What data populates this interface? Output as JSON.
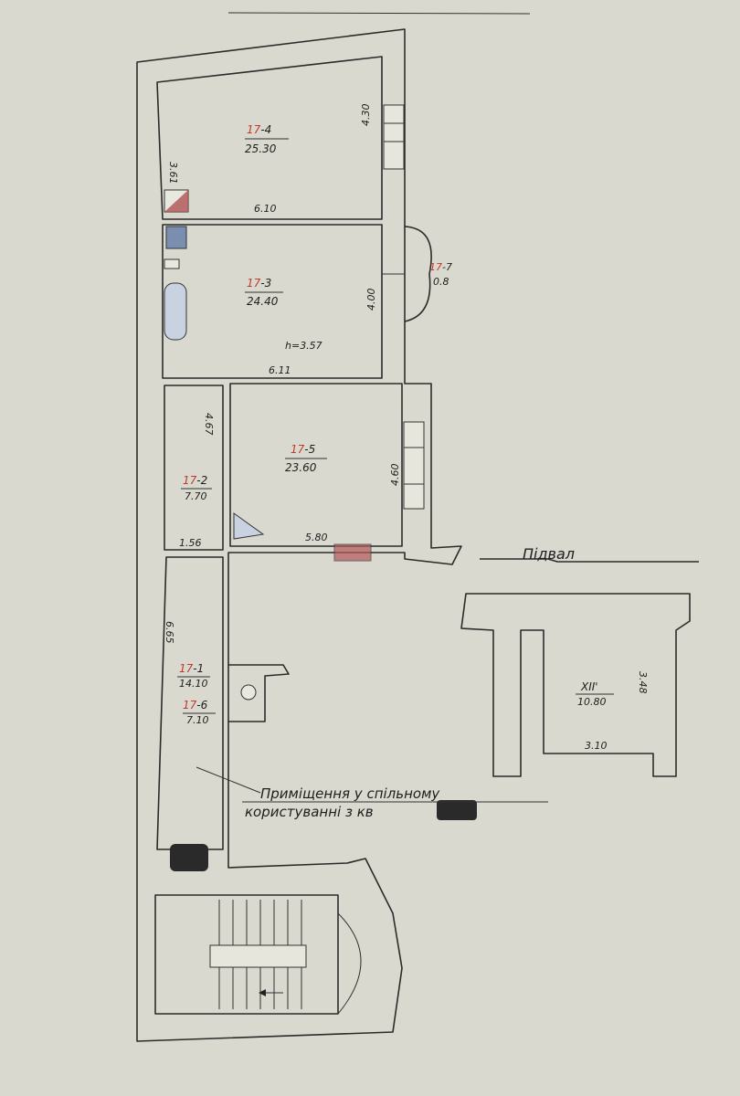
{
  "rooms": [
    {
      "id_red": "17",
      "id_rest": "-4",
      "area": "25.30"
    },
    {
      "id_red": "17",
      "id_rest": "-3",
      "area": "24.40"
    },
    {
      "id_red": "17",
      "id_rest": "-7",
      "area": "0.8"
    },
    {
      "id_red": "17",
      "id_rest": "-5",
      "area": "23.60"
    },
    {
      "id_red": "17",
      "id_rest": "-2",
      "area": "7.70"
    },
    {
      "id_red": "17",
      "id_rest": "-1",
      "area": "14.10"
    },
    {
      "id_red": "17",
      "id_rest": "-6",
      "area": "7.10"
    },
    {
      "id_red": "",
      "id_rest": "XII'",
      "area": "10.80"
    }
  ],
  "dimensions": {
    "d_3_61": "3.61",
    "d_4_30": "4.30",
    "d_6_10": "6.10",
    "d_4_00": "4.00",
    "d_height": "h=3.57",
    "d_6_11": "6.11",
    "d_4_67": "4.67",
    "d_4_60": "4.60",
    "d_5_80": "5.80",
    "d_1_56": "1.56",
    "d_6_65": "6.65",
    "d_3_48": "3.48",
    "d_3_10": "3.10"
  },
  "labels": {
    "basement": "Підвал",
    "shared_note_line1": "Приміщення у спільному",
    "shared_note_line2": "користуванні з кв"
  },
  "colors": {
    "red_marks": "#c0392b",
    "paper": "#d9d9cf",
    "ink": "#2b2b2b",
    "redaction": "#2a2a2a",
    "stove_fill": "#7a8fb0"
  }
}
